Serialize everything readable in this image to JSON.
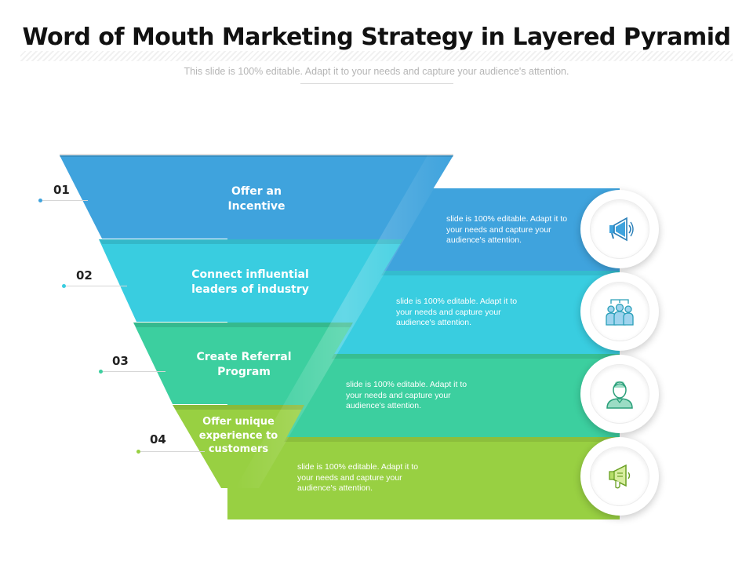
{
  "header": {
    "title": "Word of Mouth Marketing Strategy in Layered Pyramid",
    "subtitle": "This slide is 100% editable.  Adapt it to your needs and capture your audience's attention."
  },
  "layers": [
    {
      "number": "01",
      "label": "Offer an Incentive",
      "description": "slide is 100% editable. Adapt it to your needs and capture your audience's attention.",
      "color": "#3fa3dd",
      "icon": "megaphone-icon"
    },
    {
      "number": "02",
      "label": "Connect influential leaders of industry",
      "description": "slide is 100% editable. Adapt it to your needs and capture your audience's attention.",
      "color": "#39cde0",
      "icon": "team-network-icon"
    },
    {
      "number": "03",
      "label": "Create Referral Program",
      "description": "slide is 100% editable. Adapt it to your needs and capture your audience's attention.",
      "color": "#3ccf9f",
      "icon": "person-icon"
    },
    {
      "number": "04",
      "label": "Offer unique experience to customers",
      "description": "slide is 100% editable. Adapt it to your needs and capture your audience's attention.",
      "color": "#98d042",
      "icon": "megaphone-hand-icon"
    }
  ]
}
